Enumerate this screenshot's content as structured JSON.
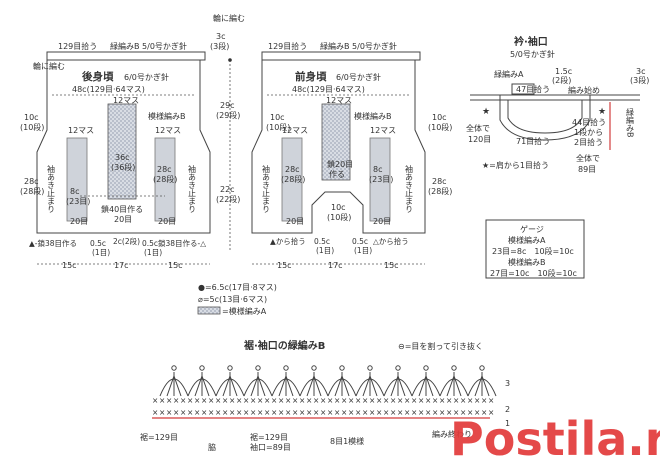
{
  "top_labels": {
    "ring_knit": "輪に編む",
    "neck_width": "3c",
    "neck_rows": "(3段)"
  },
  "back_body": {
    "title": "後身頃",
    "hook": "6/0号かぎ針",
    "edge_label": "129目拾う",
    "edge_pattern": "緑編みB 5/0号かぎ針",
    "side_ring": "輪に編む",
    "width_label": "48c(129目·64マス)",
    "masu_top": "12マス",
    "masu_left": "12マス",
    "masu_right": "12マス",
    "pattern_b": "模様編みB",
    "left_h": "10c",
    "left_h_rows": "(10段)",
    "left_body": "28c",
    "left_body_rows": "(28段)",
    "center_h": "36c",
    "center_h_rows": "(36段)",
    "right_h": "28c",
    "right_h_rows": "(28段)",
    "sleeve_open": "袖あき止まり",
    "small_h": "8c",
    "small_rows": "(23目)",
    "small_rows_2": "20目",
    "chain_40": "鎖40目作る",
    "twenty": "20目",
    "bottom_left": "▲-鎖38目作る",
    "bottom_right": "鎖38目作る-△",
    "half_c": "0.5c",
    "one_row": "(1目)",
    "two_c": "2c(2段)"
  },
  "center_dims": {
    "h29": "29c",
    "h29_rows": "(29段)",
    "h22": "22c",
    "h22_rows": "(22段)"
  },
  "front_body": {
    "title": "前身頃",
    "hook": "6/0号かぎ針",
    "edge_label": "129目拾う",
    "edge_pattern": "緑編みB 5/0号かぎ針",
    "width_label": "48c(129目·64マス)",
    "masu_top": "12マス",
    "pattern_b": "模様編みB",
    "masu_left": "12マス",
    "masu_right": "12マス",
    "left_h": "10c",
    "left_h_rows": "(10段)",
    "right_h": "10c",
    "right_h_rows": "(10段)",
    "right_body": "28c",
    "right_body_rows": "(28段)",
    "left_small": "28c",
    "left_small_rows": "(28段)",
    "right_small": "8c",
    "right_small_rows": "(23目)",
    "chain20": "鎖20目",
    "chain20b": "作る",
    "center_10": "10c",
    "center_10_rows": "(10段)",
    "twenty": "20目",
    "sleeve_open": "袖あき止まり",
    "from_pick_left": "▲から拾う",
    "from_pick_right": "△から拾う",
    "half_c": "0.5c",
    "one_row": "(1目)"
  },
  "bottom_widths": {
    "w1": "15c",
    "w2": "17c",
    "w3": "15c",
    "w4": "15c",
    "w5": "17c",
    "w6": "15c"
  },
  "legend": {
    "dot": "●=6.5c(17目·8マス)",
    "phi": "⌀=5c(13目·6マス)",
    "patA": "=模様編みA"
  },
  "collar": {
    "title": "衿·袖口",
    "hook": "5/0号かぎ針",
    "edge_a": "緑編みA",
    "c15": "1.5c",
    "c15_rows": "(2段)",
    "pick47": "47目拾う",
    "start": "編み始め",
    "top_right": "3c",
    "top_right_rows": "(3段)",
    "vertical_b": "緑編みB",
    "total120": "全体で",
    "total120b": "120目",
    "pick71": "71目拾う",
    "pick44": "44目拾う",
    "pick44b": "1段から",
    "pick44c": "2目拾う",
    "total89": "全体で",
    "total89b": "89目",
    "star_note": "★=肩から1目拾う"
  },
  "gauge": {
    "title": "ゲージ",
    "line1": "模様編みA",
    "line2": "23目=8c　10段=10c",
    "line3": "模様編みB",
    "line4": "27目=10c　10段=10c"
  },
  "edging": {
    "title": "裾·袖口の緑編みB",
    "note": "⊖=目を割って引き抜く",
    "row3": "3",
    "row2": "2",
    "row1": "1",
    "left_count": "裾=129目",
    "side_label": "脇",
    "mid_count": "裾=129目",
    "mid_count2": "袖口=89目",
    "repeat": "8目1模様",
    "end_label": "編み終わり"
  },
  "watermark": "Postila.ru"
}
